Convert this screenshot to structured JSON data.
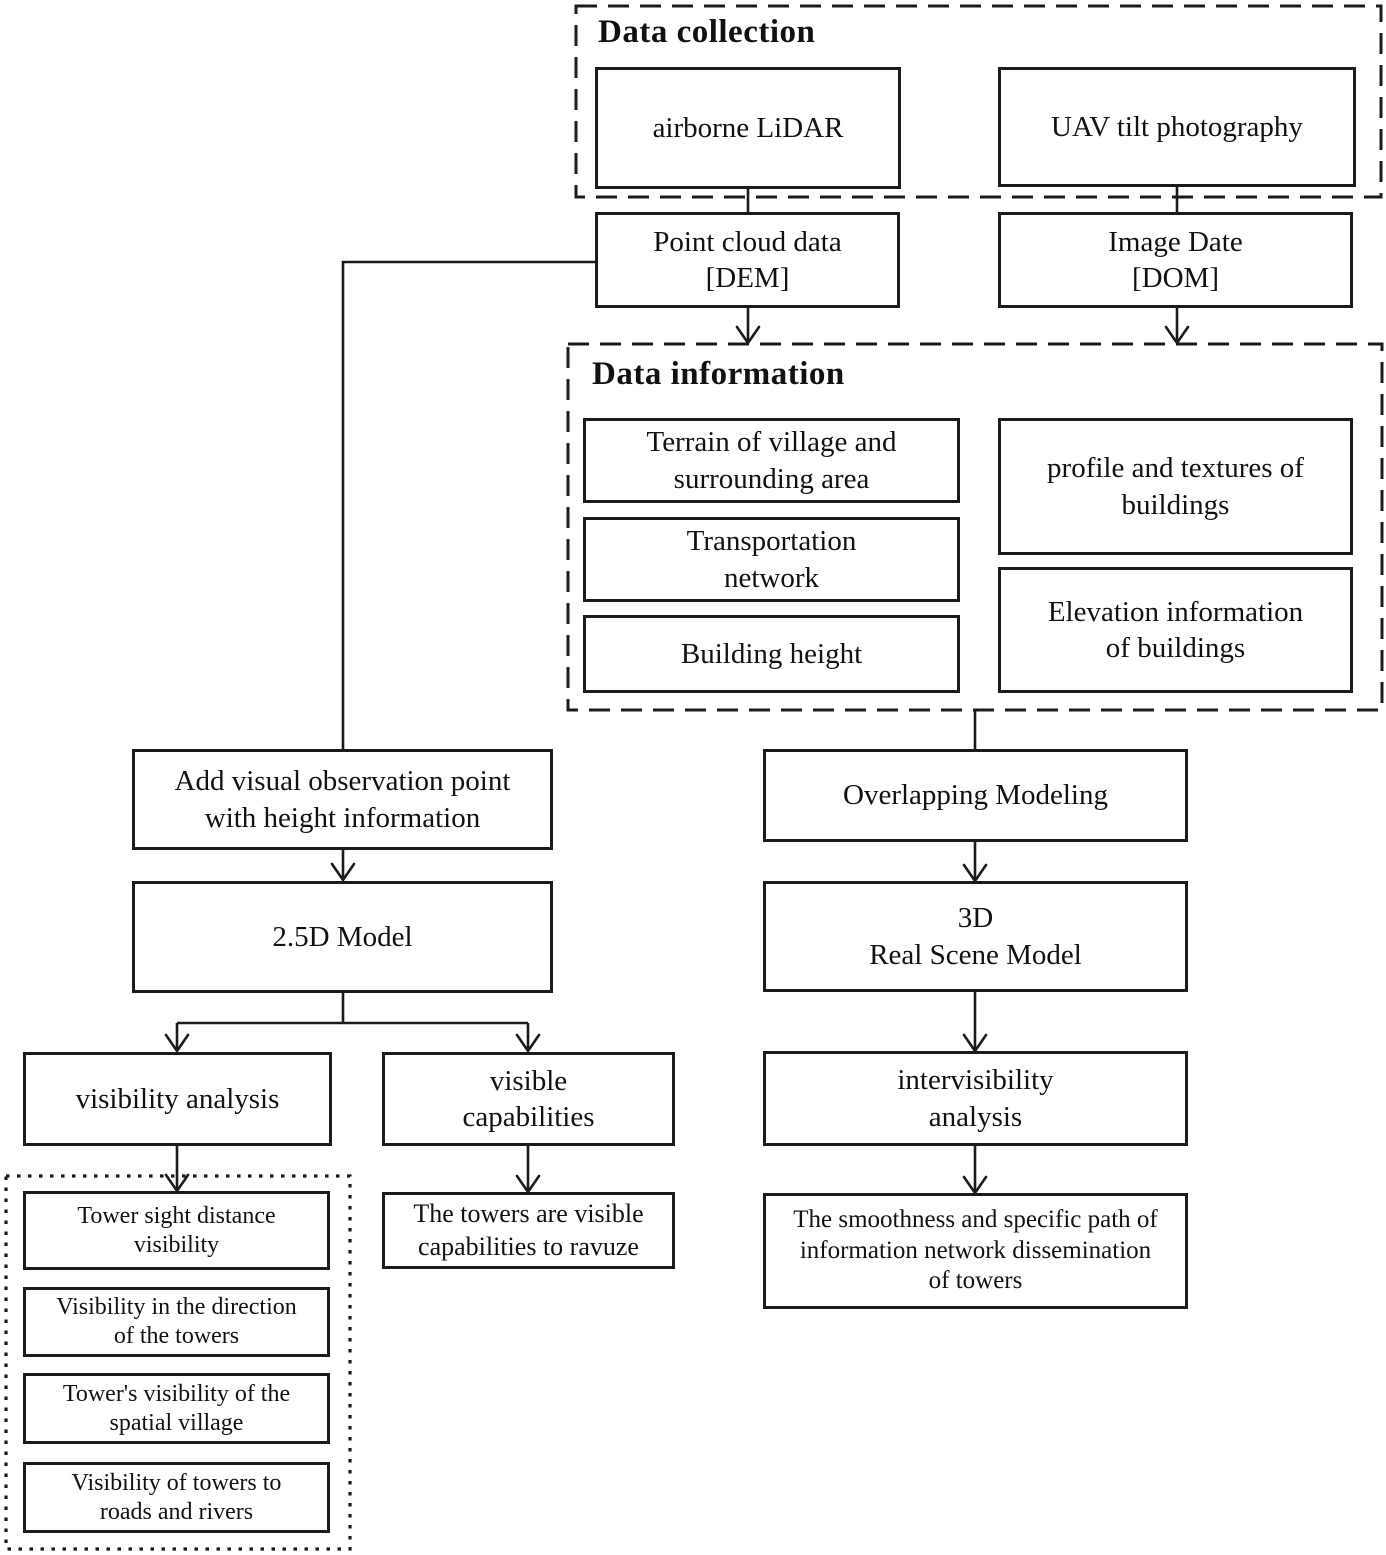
{
  "diagram": {
    "groups": {
      "data_collection": {
        "title": "Data collection"
      },
      "data_information": {
        "title": "Data information"
      }
    },
    "nodes": {
      "airborne_lidar": {
        "label": "airborne LiDAR"
      },
      "uav_tilt_photography": {
        "label": "UAV tilt photography"
      },
      "point_cloud_data": {
        "label": "Point cloud data\n[DEM]"
      },
      "image_date": {
        "label": "Image Date\n[DOM]"
      },
      "terrain": {
        "label": "Terrain of village and\nsurrounding area"
      },
      "transportation_network": {
        "label": "Transportation\nnetwork"
      },
      "building_height": {
        "label": "Building height"
      },
      "profile_and_textures": {
        "label": "profile and textures of\nbuildings"
      },
      "elevation_information": {
        "label": "Elevation information\nof buildings"
      },
      "add_visual_observation": {
        "label": "Add visual observation point\nwith height information"
      },
      "model_2_5d": {
        "label": "2.5D Model"
      },
      "overlapping_modeling": {
        "label": "Overlapping Modeling"
      },
      "real_scene_model_3d": {
        "label": "3D\nReal Scene Model"
      },
      "visibility_analysis": {
        "label": "visibility analysis"
      },
      "visible_capabilities": {
        "label": "visible\ncapabilities"
      },
      "intervisibility_analysis": {
        "label": "intervisibility\nanalysis"
      },
      "tower_sight_distance": {
        "label": "Tower sight  distance\nvisibility"
      },
      "visibility_direction": {
        "label": "Visibility in the direction\nof the towers"
      },
      "towers_visibility_spatial": {
        "label": "Tower's  visibility of the\nspatial village"
      },
      "visibility_towers_roads": {
        "label": "Visibility of towers to\nroads and rivers"
      },
      "towers_visible_ravuze": {
        "label": "The towers are visible\ncapabilities to ravuze"
      },
      "smoothness_path": {
        "label": "The smoothness and specific path of\ninformation network dissemination\nof towers"
      }
    },
    "colors": {
      "line": "#1b1b1b",
      "box_border": "#1b1b1b",
      "text": "#111111",
      "background": "#ffffff"
    }
  }
}
